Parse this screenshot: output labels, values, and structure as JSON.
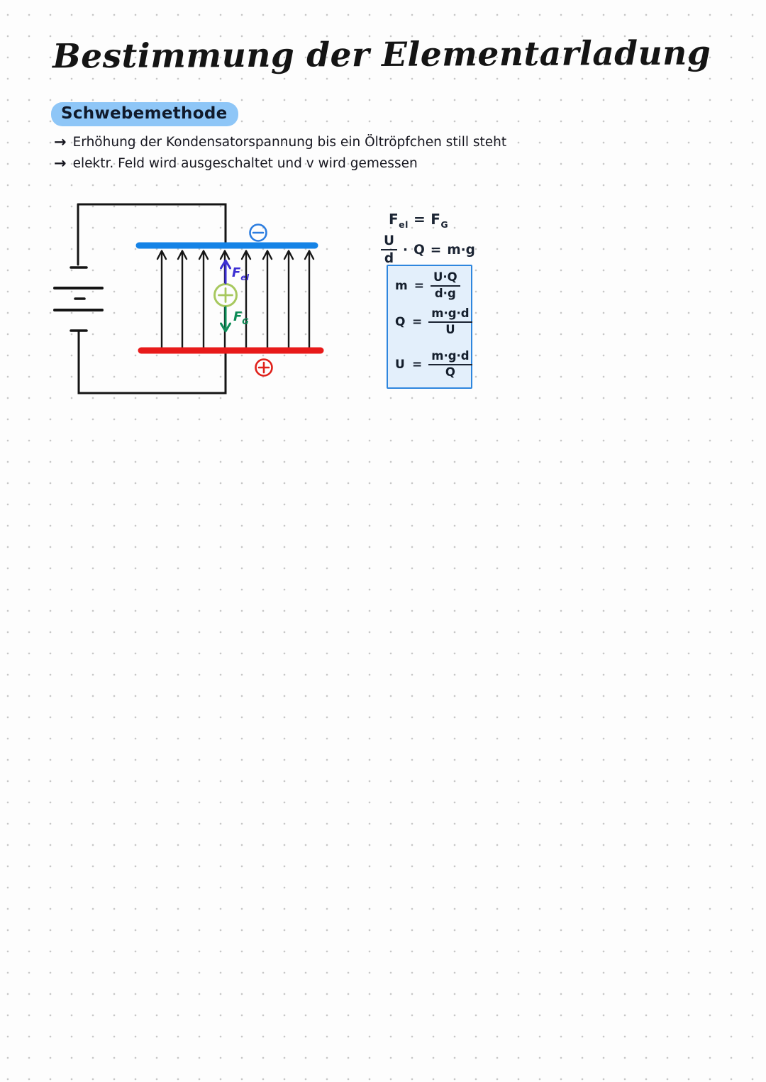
{
  "page": {
    "title": "Bestimmung der Elementarladung",
    "section": {
      "label": "Schwebemethode",
      "highlight_color": "#8ec6f7"
    },
    "bullets": [
      {
        "arrow": "→",
        "text": "Erhöhung der Kondensatorspannung bis ein Öltröpfchen still steht"
      },
      {
        "arrow": "→",
        "text": "elektr. Feld wird ausgeschaltet und v wird gemessen"
      }
    ]
  },
  "diagram": {
    "top_plate": {
      "sign": "−",
      "color": "#1583e6"
    },
    "bottom_plate": {
      "sign": "+",
      "color": "#e81a1a"
    },
    "droplet": {
      "sign": "+",
      "color": "#a7c85e"
    },
    "battery_sign": "−",
    "field_line_count": 8,
    "forces": {
      "electric": {
        "symbol": "F",
        "subscript": "el",
        "color": "#3c2fd2"
      },
      "gravity": {
        "symbol": "F",
        "subscript": "G",
        "color": "#0b8b55"
      }
    }
  },
  "formulas": {
    "balance": {
      "lhs": "F",
      "lhs_sub": "el",
      "eq": "=",
      "rhs": "F",
      "rhs_sub": "G"
    },
    "main": {
      "num": "U",
      "den": "d",
      "dot": "·",
      "factor": "Q",
      "eq": "=",
      "rhs": "m·g"
    },
    "boxed": {
      "border_color": "#2e86de",
      "fill_color": "#e3effb",
      "rows": [
        {
          "lhs": "m",
          "eq": "=",
          "num": "U·Q",
          "den": "d·g"
        },
        {
          "lhs": "Q",
          "eq": "=",
          "num": "m·g·d",
          "den": "U"
        },
        {
          "lhs": "U",
          "eq": "=",
          "num": "m·g·d",
          "den": "Q"
        }
      ]
    }
  }
}
